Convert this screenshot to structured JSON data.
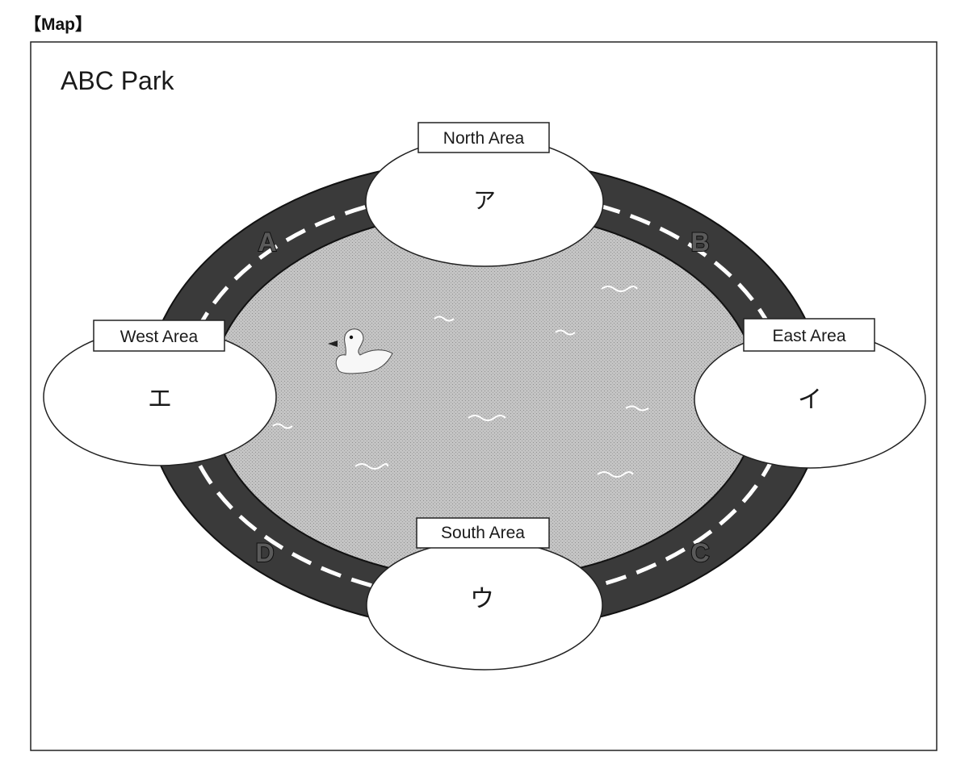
{
  "header": "【Map】",
  "park_name": "ABC Park",
  "areas": {
    "north": {
      "label": "North Area",
      "mark": "ア"
    },
    "east": {
      "label": "East Area",
      "mark": "イ"
    },
    "south": {
      "label": "South Area",
      "mark": "ウ"
    },
    "west": {
      "label": "West Area",
      "mark": "エ"
    }
  },
  "path_segments": {
    "a": "A",
    "b": "B",
    "c": "C",
    "d": "D"
  },
  "colors": {
    "path": "#3a3a3a",
    "pond": "#bdbdbd",
    "dashes": "#ffffff",
    "area_fill": "#ffffff"
  },
  "icons": [
    "duck-icon",
    "water-ripple-icon"
  ]
}
